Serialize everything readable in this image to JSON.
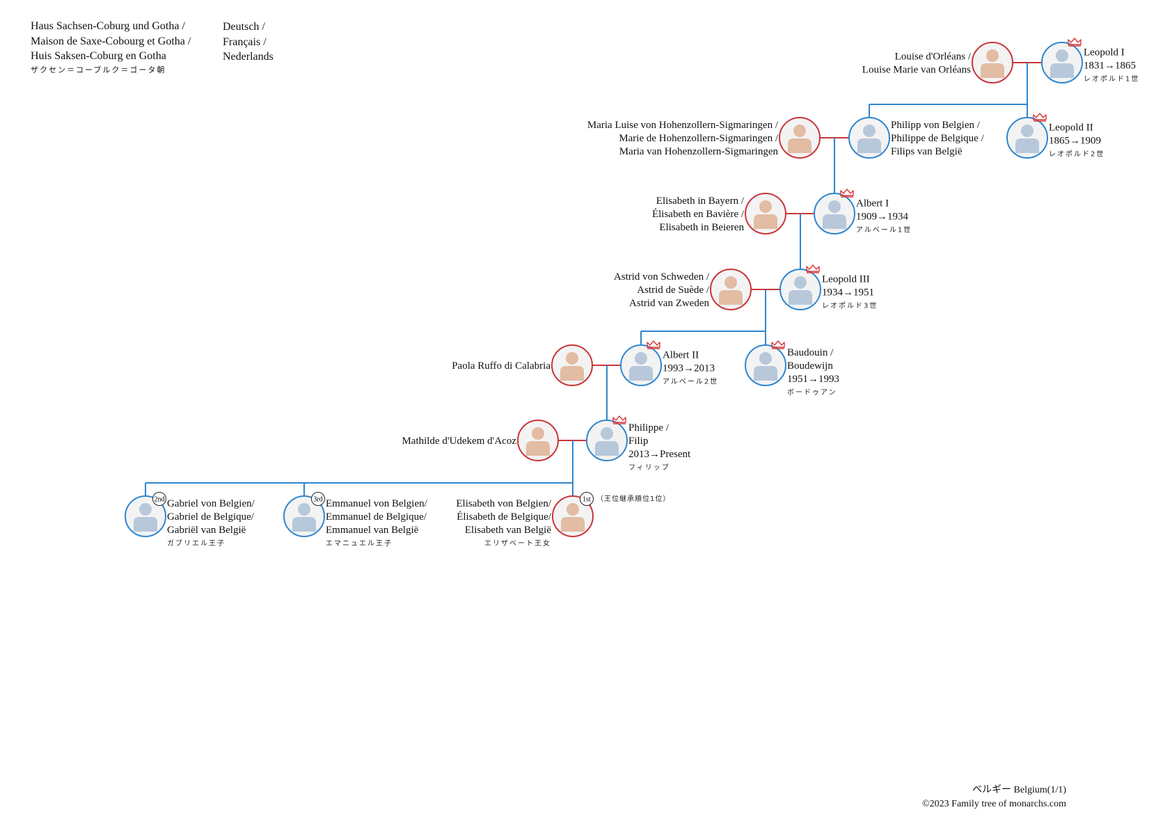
{
  "header": {
    "house_lines": [
      "Haus Sachsen-Coburg und Gotha /",
      "Maison de Saxe-Cobourg et Gotha /",
      "Huis Saksen-Coburg en Gotha"
    ],
    "house_jp": "ザクセン＝コーブルク＝ゴータ朝",
    "language_lines": [
      "Deutsch /",
      "Français /",
      "Nederlands"
    ]
  },
  "footer": {
    "page_title": "ベルギー Belgium(1/1)",
    "copyright": "©2023 Family tree of monarchs.com"
  },
  "colors": {
    "male": "#2f86cf",
    "female": "#c9353a",
    "crown": "#d8393c",
    "male_fill": "#b8c8db",
    "female_fill": "#e2bca3"
  },
  "persons": [
    {
      "id": "leopold1",
      "sex": "male",
      "crown": true,
      "lines": [
        "Leopold I",
        "1831→1865"
      ],
      "jp": "レオポルド1世"
    },
    {
      "id": "louise",
      "sex": "female",
      "crown": false,
      "lines": [
        "Louise d'Orléans /",
        "Louise Marie van Orléans"
      ],
      "jp": ""
    },
    {
      "id": "leopold2",
      "sex": "male",
      "crown": true,
      "lines": [
        "Leopold II",
        "1865→1909"
      ],
      "jp": "レオポルド2世"
    },
    {
      "id": "philipp",
      "sex": "male",
      "crown": false,
      "lines": [
        "Philipp von Belgien /",
        "Philippe de Belgique /",
        "Filips van België"
      ],
      "jp": ""
    },
    {
      "id": "maria",
      "sex": "female",
      "crown": false,
      "lines": [
        "Maria Luise von Hohenzollern-Sigmaringen /",
        "Marie de Hohenzollern-Sigmaringen /",
        "Maria van Hohenzollern-Sigmaringen"
      ],
      "jp": ""
    },
    {
      "id": "albert1",
      "sex": "male",
      "crown": true,
      "lines": [
        "Albert I",
        "1909→1934"
      ],
      "jp": "アルベール1世"
    },
    {
      "id": "elisabeth_bayern",
      "sex": "female",
      "crown": false,
      "lines": [
        "Elisabeth in Bayern /",
        "Élisabeth en Bavière /",
        "Elisabeth in Beieren"
      ],
      "jp": ""
    },
    {
      "id": "leopold3",
      "sex": "male",
      "crown": true,
      "lines": [
        "Leopold III",
        "1934→1951"
      ],
      "jp": "レオポルド3世"
    },
    {
      "id": "astrid",
      "sex": "female",
      "crown": false,
      "lines": [
        "Astrid von Schweden /",
        "Astrid de Suède /",
        "Astrid van Zweden"
      ],
      "jp": ""
    },
    {
      "id": "baudouin",
      "sex": "male",
      "crown": true,
      "lines": [
        "Baudouin /",
        "Boudewijn",
        "1951→1993"
      ],
      "jp": "ボードゥアン"
    },
    {
      "id": "albert2",
      "sex": "male",
      "crown": true,
      "lines": [
        "Albert II",
        "1993→2013"
      ],
      "jp": "アルベール2世"
    },
    {
      "id": "paola",
      "sex": "female",
      "crown": false,
      "lines": [
        "Paola Ruffo di Calabria"
      ],
      "jp": ""
    },
    {
      "id": "philippe",
      "sex": "male",
      "crown": true,
      "lines": [
        "Philippe /",
        "Filip",
        "2013→Present"
      ],
      "jp": "フィリップ"
    },
    {
      "id": "mathilde",
      "sex": "female",
      "crown": false,
      "lines": [
        "Mathilde d'Udekem d'Acoz"
      ],
      "jp": ""
    },
    {
      "id": "elisabeth",
      "sex": "female",
      "crown": false,
      "badge": "1st",
      "note": "（王位継承順位1位）",
      "lines": [
        "Elisabeth von Belgien/",
        "Élisabeth de Belgique/",
        "Elisabeth van België"
      ],
      "jp": "エリザベート王女"
    },
    {
      "id": "emmanuel",
      "sex": "male",
      "crown": false,
      "badge": "3rd",
      "lines": [
        "Emmanuel von Belgien/",
        "Emmanuel de Belgique/",
        "Emmanuel van België"
      ],
      "jp": "エマニュエル王子"
    },
    {
      "id": "gabriel",
      "sex": "male",
      "crown": false,
      "badge": "2nd",
      "lines": [
        "Gabriel von Belgien/",
        "Gabriel de Belgique/",
        "Gabriël van België"
      ],
      "jp": "ガブリエル王子"
    }
  ]
}
